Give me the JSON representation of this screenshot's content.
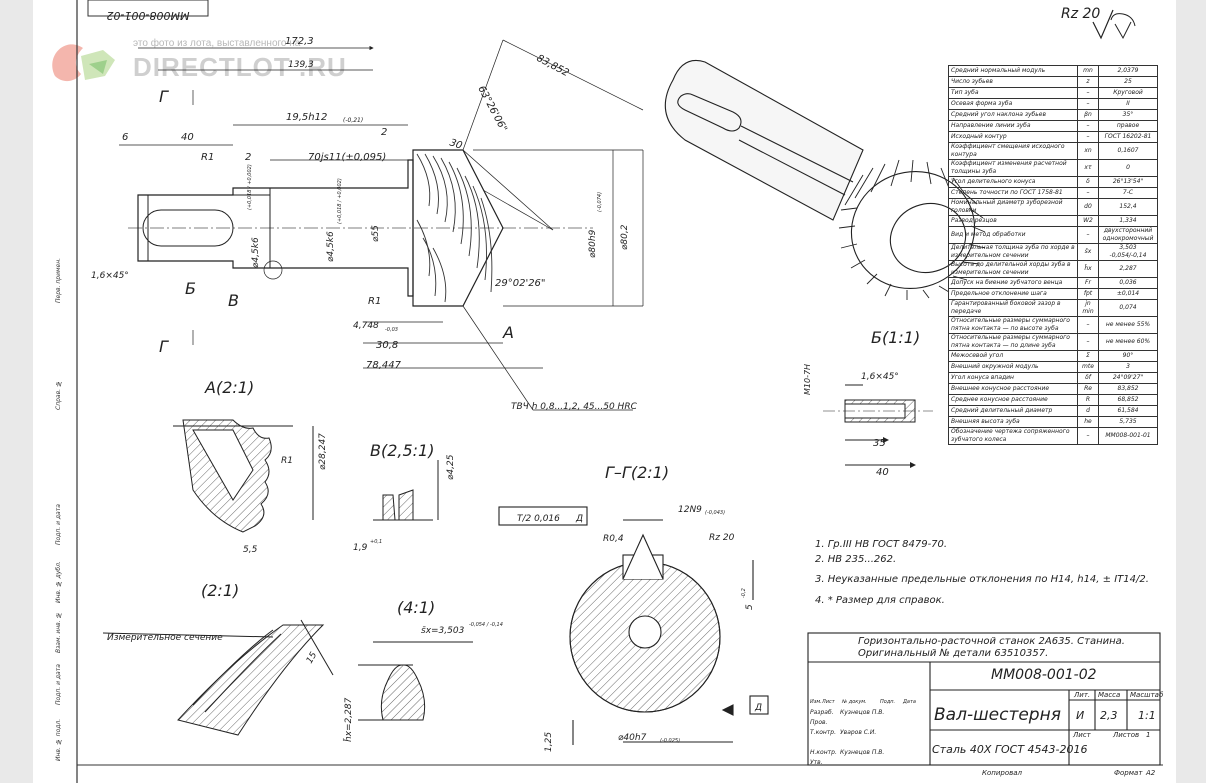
{
  "sheet": {
    "top_code_rotated": "ММ008-001-02",
    "roughness": "Rz 20",
    "watermark_caption": "это фото из лота, выставленного на",
    "watermark_brand": "DIRECTLOT",
    "watermark_tld": ".RU"
  },
  "dims": {
    "d172": "172,3",
    "d139": "139,3",
    "d19_5": "19,5h12",
    "d19_5_tol": "(-0,21)",
    "d6": "6",
    "d40": "40",
    "d2a": "2",
    "d2b": "2",
    "r1a": "R1",
    "r1b": "R1",
    "d70": "70js11(±0,095)",
    "d45k6a": "⌀4,5k6",
    "d45k6a_tol": "(+0,018 / +0,002)",
    "d45k6b": "⌀4,5k6",
    "d45k6b_tol": "(+0,018 / +0,002)",
    "d55": "⌀55",
    "d30": "30",
    "d83": "83,852",
    "ang63": "63°26'06\"",
    "ang29": "29°02'26\"",
    "d80h9": "⌀80h9",
    "d80h9_tol": "(-0,074)",
    "d80_2": "⌀80,2",
    "d16x45": "1,6×45°",
    "d4748": "4,748",
    "d4748_tol": "-0,03",
    "d30_8": "30,8",
    "d78_447": "78,447",
    "hardening": "ТВЧ h 0,8...1,2, 45...50 HRC",
    "lbl_b": "Б",
    "lbl_v": "В",
    "lbl_g_top": "Г",
    "lbl_g_bottom": "Г",
    "lbl_a": "А"
  },
  "views": {
    "a_title": "А(2:1)",
    "a_d28": "⌀28,247",
    "a_r1": "R1",
    "a_5_5": "5,5",
    "v_title": "В(2,5:1)",
    "v_d42": "⌀4,25",
    "v_19": "1,9",
    "v_19_tol": "+0,1",
    "gg_title": "Г–Г(2:1)",
    "gg_12n9": "12N9",
    "gg_12n9_tol": "(-0,043)",
    "gg_rz": "Rz 20",
    "gg_r04": "R0,4",
    "gg_tol_frame": "T/2 0,016",
    "gg_datum": "Д",
    "gg_datum2": "Д",
    "gg_5": "5",
    "gg_5_tol": "-0,2",
    "gg_d40": "⌀40h7",
    "gg_d40_tol": "(-0,025)",
    "gg_125": "1,25",
    "b_title": "Б(1:1)",
    "b_m10": "M10-7H",
    "b_16x45": "1,6×45°",
    "b_35": "35",
    "b_40": "40",
    "s21_title": "(2:1)",
    "s21_meas": "Измерительное сечение",
    "s21_15": "15",
    "s41_title": "(4:1)",
    "s41_sx": "s̄x=3,503",
    "s41_sx_tol": "-0,054 / -0,14",
    "s41_hx": "h̄x=2,287"
  },
  "notes": [
    "1.  Гр.III НВ ГОСТ 8479-70.",
    "2.  НВ 235...262.",
    "3.  Неуказанные предельные отклонения по Н14, h14, ± IT14/2.",
    "4.  * Размер для справок."
  ],
  "params": [
    [
      "Средний нормальный модуль",
      "mn",
      "2,0379"
    ],
    [
      "Число зубьев",
      "z",
      "25"
    ],
    [
      "Тип зуба",
      "–",
      "Круговой"
    ],
    [
      "Осевая форма зуба",
      "–",
      "II"
    ],
    [
      "Средний угол наклона зубьев",
      "βn",
      "35°"
    ],
    [
      "Направление линии зуба",
      "–",
      "правое"
    ],
    [
      "Исходный контур",
      "–",
      "ГОСТ 16202-81"
    ],
    [
      "Коэффициент смещения исходного контура",
      "xn",
      "0,1607"
    ],
    [
      "Коэффициент изменения расчетной толщины зуба",
      "xτ",
      "0"
    ],
    [
      "Угол делительного конуса",
      "δ",
      "26°13'54\""
    ],
    [
      "Степень точности по ГОСТ 1758-81",
      "–",
      "7-С"
    ],
    [
      "Номинальный диаметр зуборезной головки",
      "d0",
      "152,4"
    ],
    [
      "Развод резцов",
      "W2",
      "1,334"
    ],
    [
      "Вид и метод обработки",
      "–",
      "двухсторонний однокромочный"
    ],
    [
      "Делительная толщина зуба по хорде в измерительном сечении",
      "s̄x",
      "3,503 -0,054/-0,14"
    ],
    [
      "Высота до делительной хорды зуба в измерительном сечении",
      "h̄x",
      "2,287"
    ],
    [
      "Допуск на биение зубчатого венца",
      "Fr",
      "0,036"
    ],
    [
      "Предельное отклонение шага",
      "fpt",
      "±0,014"
    ],
    [
      "Гарантированный боковой зазор в передаче",
      "jn min",
      "0,074"
    ],
    [
      "Относительные размеры суммарного пятна контакта — по высоте зуба",
      "–",
      "не менее 55%"
    ],
    [
      "Относительные размеры суммарного пятна контакта — по длине зуба",
      "–",
      "не менее 60%"
    ],
    [
      "Межосевой угол",
      "Σ",
      "90°"
    ],
    [
      "Внешний окружной модуль",
      "mte",
      "3"
    ],
    [
      "Угол конуса впадин",
      "δf",
      "24°09'27\""
    ],
    [
      "Внешнее конусное расстояние",
      "Re",
      "83,852"
    ],
    [
      "Среднее конусное расстояние",
      "R",
      "68,852"
    ],
    [
      "Средний делительный диаметр",
      "d",
      "61,584"
    ],
    [
      "Внешняя высота зуба",
      "he",
      "5,735"
    ],
    [
      "Обозначение чертежа сопряженного зубчатого колеса",
      "–",
      "ММ008-001-01"
    ]
  ],
  "title_block": {
    "machine": "Горизонтально-расточной станок 2А635. Станина.",
    "original": "Оригинальный № детали 63510357.",
    "code": "ММ008-001-02",
    "name": "Вал-шестерня",
    "material": "Сталь 40Х ГОСТ 4543-2016",
    "lit_label": "Лит.",
    "mass_label": "Масса",
    "scale_label": "Масштаб",
    "lit_val": "И",
    "mass_val": "2,3",
    "scale_val": "1:1",
    "sheet_label": "Лист",
    "sheets_label": "Листов",
    "sheets_val": "1",
    "copied": "Копировал",
    "format": "Формат",
    "format_val": "А2",
    "roles": [
      "Изм.",
      "Лист",
      "№ докум.",
      "Подп.",
      "Дата",
      "Разраб.",
      "Пров.",
      "Т.контр.",
      "Н.контр.",
      "Утв."
    ],
    "dev": "Кузнецов П.В.",
    "checker": "Уваров С.И.",
    "nkontr": "Кузнецов П.В."
  },
  "side": [
    "Перв. примен.",
    "Справ. №",
    "Подп. и дата",
    "Инв. № дубл.",
    "Взам. инв. №",
    "Подп. и дата",
    "Инв. № подл."
  ]
}
